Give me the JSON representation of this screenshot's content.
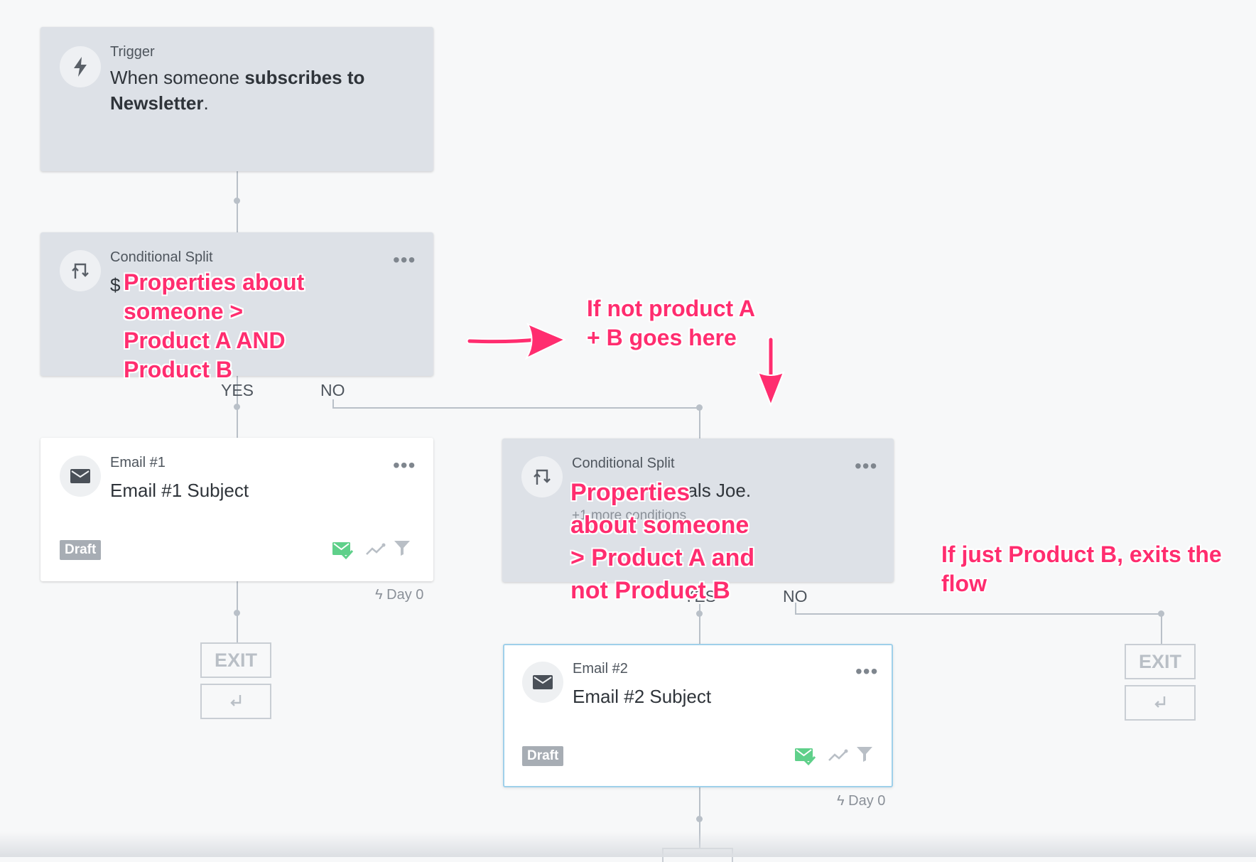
{
  "trigger": {
    "label": "Trigger",
    "text_prefix": "When someone ",
    "text_bold": "subscribes to Newsletter",
    "text_suffix": "."
  },
  "split1": {
    "label": "Conditional Split",
    "condition_partial": "$",
    "menu": "•••"
  },
  "split1_branches": {
    "yes": "YES",
    "no": "NO"
  },
  "email1": {
    "label": "Email #1",
    "subject": "Email #1 Subject",
    "status": "Draft",
    "menu": "•••",
    "day": "Day 0"
  },
  "exit1": {
    "label": "EXIT"
  },
  "split2": {
    "label": "Conditional Split",
    "condition_partial": "uals Joe.",
    "more_conditions": "+1 more conditions",
    "menu": "•••"
  },
  "split2_branches": {
    "yes": "YES",
    "no": "NO"
  },
  "email2": {
    "label": "Email #2",
    "subject": "Email #2 Subject",
    "status": "Draft",
    "menu": "•••",
    "day": "Day 0"
  },
  "exit2": {
    "label": "EXIT"
  },
  "annotations": {
    "a1": [
      "Properties about",
      "someone >",
      "Product A AND",
      "Product B"
    ],
    "a2": [
      "If not product A",
      "+ B goes here"
    ],
    "a3": [
      "Properties",
      "about someone",
      "> Product A and",
      "not Product B"
    ],
    "a4": [
      "If just Product B, exits the",
      "flow"
    ]
  },
  "colors": {
    "annotation": "#ff2d6f",
    "connector": "#b9c0c8",
    "grey_card": "#dde1e7",
    "selected_border": "#9fd0ea",
    "check_icon": "#5fd08a"
  },
  "icons": [
    "bolt-icon",
    "split-icon",
    "envelope-icon",
    "check-envelope-icon",
    "trend-icon",
    "filter-icon",
    "return-arrow-icon"
  ]
}
